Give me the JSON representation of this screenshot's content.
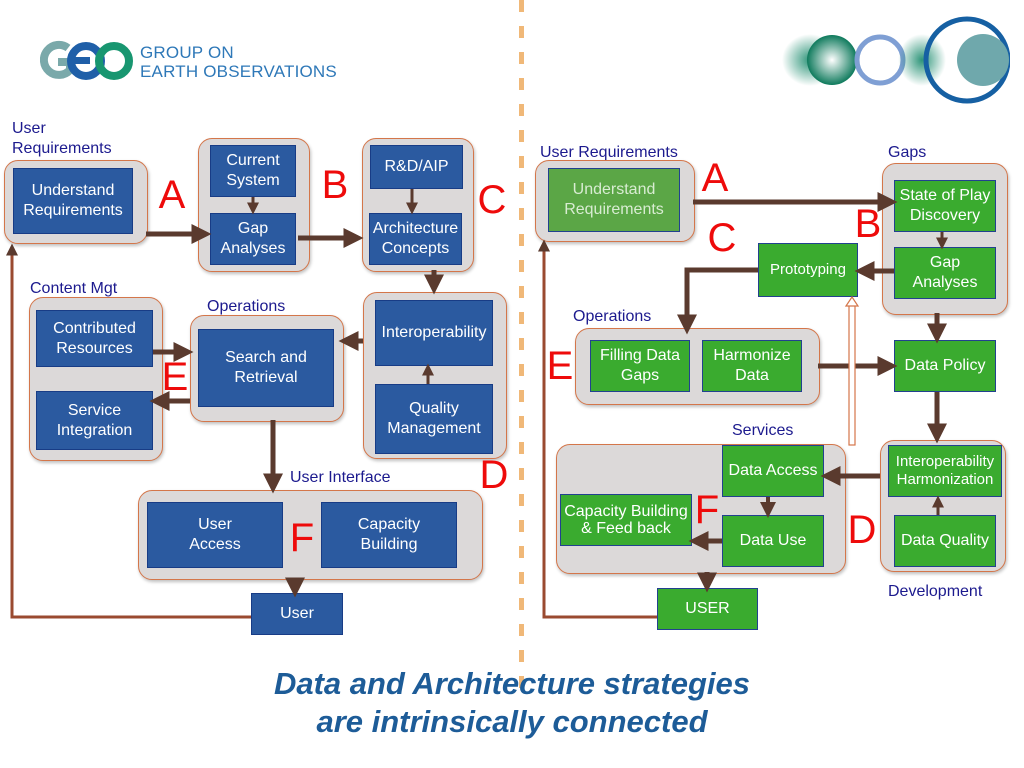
{
  "header": {
    "logo_letters": "GEO",
    "logo_line1": "GROUP ON",
    "logo_line2": "EARTH OBSERVATIONS"
  },
  "left": {
    "user_req_label": "User Requirements",
    "understand": "Understand Requirements",
    "current_system": "Current System",
    "gap_analyses": "Gap Analyses",
    "rd_aip": "R&D/AIP",
    "arch_concepts": "Architecture Concepts",
    "content_mgt_label": "Content Mgt",
    "contributed": "Contributed Resources",
    "service_integration": "Service Integration",
    "operations_label": "Operations",
    "search": "Search and Retrieval",
    "interop": "Interoperability",
    "quality": "Quality Management",
    "ui_label": "User Interface",
    "user_access": "User Access",
    "capacity": "Capacity Building",
    "user": "User"
  },
  "right": {
    "user_req_label": "User Requirements",
    "understand": "Understand Requirements",
    "gaps_label": "Gaps",
    "state_of_play": "State of Play Discovery",
    "gap_analyses": "Gap Analyses",
    "prototyping": "Prototyping",
    "operations_label": "Operations",
    "filling": "Filling Data Gaps",
    "harmonize": "Harmonize Data",
    "data_policy": "Data Policy",
    "services_label": "Services",
    "data_access": "Data Access",
    "capacity": "Capacity Building & Feed back",
    "data_use": "Data Use",
    "interop": "Interoperability Harmonization",
    "data_quality": "Data Quality",
    "development_label": "Development",
    "user": "USER"
  },
  "letters": {
    "a": "A",
    "b": "B",
    "c": "C",
    "d": "D",
    "e": "E",
    "f": "F"
  },
  "footer": {
    "line1": "Data and Architecture strategies",
    "line2": "are intrinsically connected"
  },
  "colors": {
    "blue_box": "#2b5aa0",
    "green_box": "#3aab2f",
    "group_bg": "#dcd9d9",
    "group_border": "#d4764a",
    "arrow": "#5a3a2e",
    "letter": "#ee0b0b",
    "label": "#1c1a8e",
    "title": "#1d5c98"
  }
}
